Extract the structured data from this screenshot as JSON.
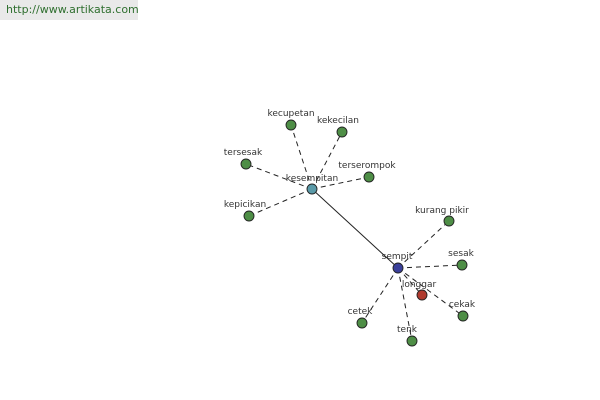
{
  "url_text": "http://www.artikata.com",
  "colors": {
    "center_main": "#5a9aa8",
    "center_secondary": "#3a3f9a",
    "leaf": "#4e8e46",
    "antonym": "#b03a2e"
  },
  "nodes": [
    {
      "id": "kesempitan",
      "label": "kesempitan",
      "kind": "center_main"
    },
    {
      "id": "sempit",
      "label": "sempit",
      "kind": "center_secondary"
    },
    {
      "id": "kecupetan",
      "label": "kecupetan",
      "kind": "leaf"
    },
    {
      "id": "kekecilan",
      "label": "kekecilan",
      "kind": "leaf"
    },
    {
      "id": "tersesak",
      "label": "tersesak",
      "kind": "leaf"
    },
    {
      "id": "terserompok",
      "label": "terserompok",
      "kind": "leaf"
    },
    {
      "id": "kepicikan",
      "label": "kepicikan",
      "kind": "leaf"
    },
    {
      "id": "kurang-pikir",
      "label": "kurang pikir",
      "kind": "leaf"
    },
    {
      "id": "sesak",
      "label": "sesak",
      "kind": "leaf"
    },
    {
      "id": "longgar",
      "label": "longgar",
      "kind": "antonym"
    },
    {
      "id": "cekak",
      "label": "cekak",
      "kind": "leaf"
    },
    {
      "id": "cetek",
      "label": "cetek",
      "kind": "leaf"
    },
    {
      "id": "tenk",
      "label": "tenk",
      "kind": "leaf"
    }
  ],
  "edges": [
    {
      "from": "kesempitan",
      "to": "kecupetan",
      "style": "dashed"
    },
    {
      "from": "kesempitan",
      "to": "kekecilan",
      "style": "dashed"
    },
    {
      "from": "kesempitan",
      "to": "tersesak",
      "style": "dashed"
    },
    {
      "from": "kesempitan",
      "to": "terserompok",
      "style": "dashed"
    },
    {
      "from": "kesempitan",
      "to": "kepicikan",
      "style": "dashed"
    },
    {
      "from": "kesempitan",
      "to": "sempit",
      "style": "solid"
    },
    {
      "from": "sempit",
      "to": "kurang-pikir",
      "style": "dashed"
    },
    {
      "from": "sempit",
      "to": "sesak",
      "style": "dashed"
    },
    {
      "from": "sempit",
      "to": "longgar",
      "style": "dashed"
    },
    {
      "from": "sempit",
      "to": "cekak",
      "style": "dashed"
    },
    {
      "from": "sempit",
      "to": "cetek",
      "style": "dashed"
    },
    {
      "from": "sempit",
      "to": "tenk",
      "style": "dashed"
    }
  ]
}
